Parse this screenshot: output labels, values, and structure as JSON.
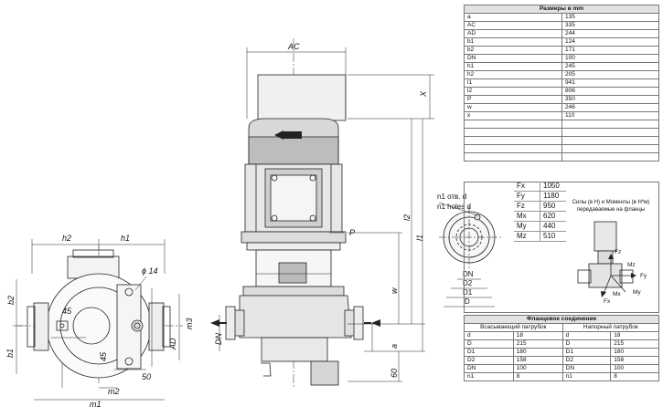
{
  "dimensions_table": {
    "title": "Размеры в mm",
    "rows": [
      {
        "param": "a",
        "value": "135"
      },
      {
        "param": "AC",
        "value": "335"
      },
      {
        "param": "AD",
        "value": "244"
      },
      {
        "param": "b1",
        "value": "124"
      },
      {
        "param": "b2",
        "value": "171"
      },
      {
        "param": "DN",
        "value": "100"
      },
      {
        "param": "h1",
        "value": "245"
      },
      {
        "param": "h2",
        "value": "205"
      },
      {
        "param": "l1",
        "value": "941"
      },
      {
        "param": "l2",
        "value": "806"
      },
      {
        "param": "P",
        "value": "350"
      },
      {
        "param": "w",
        "value": "246"
      },
      {
        "param": "x",
        "value": "110"
      }
    ]
  },
  "forces_table": {
    "rows": [
      {
        "label": "Fx",
        "value": "1050"
      },
      {
        "label": "Fy",
        "value": "1180"
      },
      {
        "label": "Fz",
        "value": "950"
      },
      {
        "label": "Mx",
        "value": "620"
      },
      {
        "label": "My",
        "value": "440"
      },
      {
        "label": "Mz",
        "value": "510"
      }
    ],
    "note": "Силы (в Н) и Моменты (в Н*м) передаваемые на фланцы"
  },
  "flange_table": {
    "title": "Фланцевое соединение",
    "suction_header": "Всасывающий патрубок",
    "discharge_header": "Напорный патрубок",
    "rows": [
      {
        "s_param": "d",
        "s_value": "18",
        "d_param": "d",
        "d_value": "18"
      },
      {
        "s_param": "D",
        "s_value": "215",
        "d_param": "D",
        "d_value": "215"
      },
      {
        "s_param": "D1",
        "s_value": "180",
        "d_param": "D1",
        "d_value": "180"
      },
      {
        "s_param": "D2",
        "s_value": "158",
        "d_param": "D2",
        "d_value": "158"
      },
      {
        "s_param": "DN",
        "s_value": "100",
        "d_param": "DN",
        "d_value": "100"
      },
      {
        "s_param": "n1",
        "s_value": "8",
        "d_param": "n1",
        "d_value": "8"
      }
    ]
  },
  "drawing_labels": {
    "h2": "h2",
    "h1": "h1",
    "phi14": "ϕ 14",
    "b2": "b2",
    "b1": "b1",
    "dim45_top": "45",
    "dim45_side": "45",
    "dim50": "50",
    "m2": "m2",
    "m1": "m1",
    "m3": "m3",
    "AD": "AD",
    "AC": "AC",
    "X": "X",
    "l2": "l2",
    "l1": "l1",
    "P": "P",
    "w": "w",
    "DN": "DN",
    "a": "a",
    "dim60": "60",
    "flange_holes": "n1 отв. d",
    "flange_holes_en": "n1 holes d",
    "flange_DN": "DN",
    "flange_D2": "D2",
    "flange_D1": "D1",
    "flange_D": "D",
    "Fz": "Fz",
    "Mz": "Mz",
    "Fy": "Fy",
    "My": "My",
    "Fx": "Fx",
    "Mx": "Mx"
  }
}
